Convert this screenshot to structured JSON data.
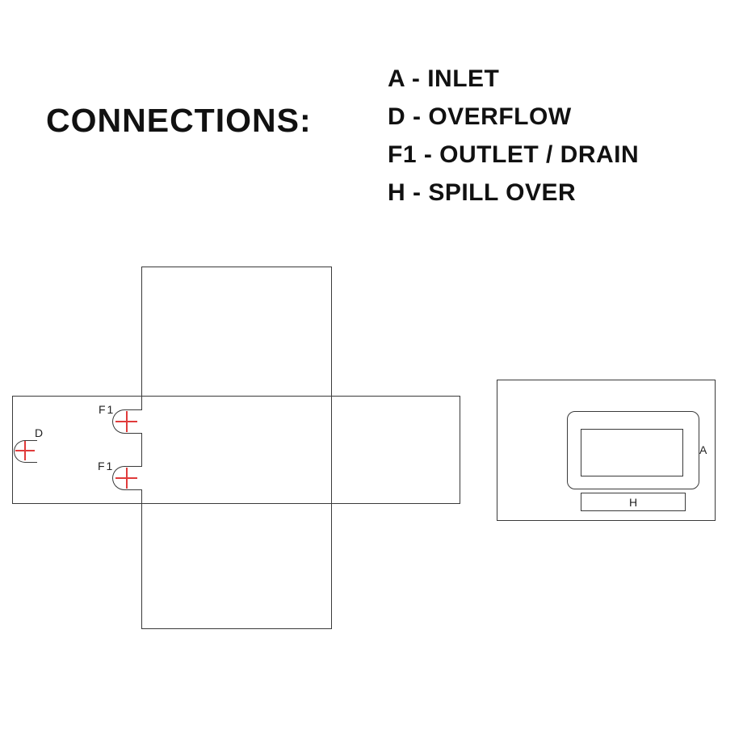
{
  "title": "CONNECTIONS:",
  "legend": {
    "items": [
      {
        "label": "A - INLET"
      },
      {
        "label": "D - OVERFLOW"
      },
      {
        "label": "F1 - OUTLET / DRAIN"
      },
      {
        "label": "H - SPILL OVER"
      }
    ]
  },
  "diagram": {
    "ports": {
      "overflow_label": "D",
      "outlet_top_label": "F1",
      "outlet_bottom_label": "F1",
      "inlet_label": "A",
      "spillover_label": "H"
    },
    "colors": {
      "line": "#3a3a3a",
      "marker": "#e03b3b",
      "text": "#111111"
    }
  }
}
